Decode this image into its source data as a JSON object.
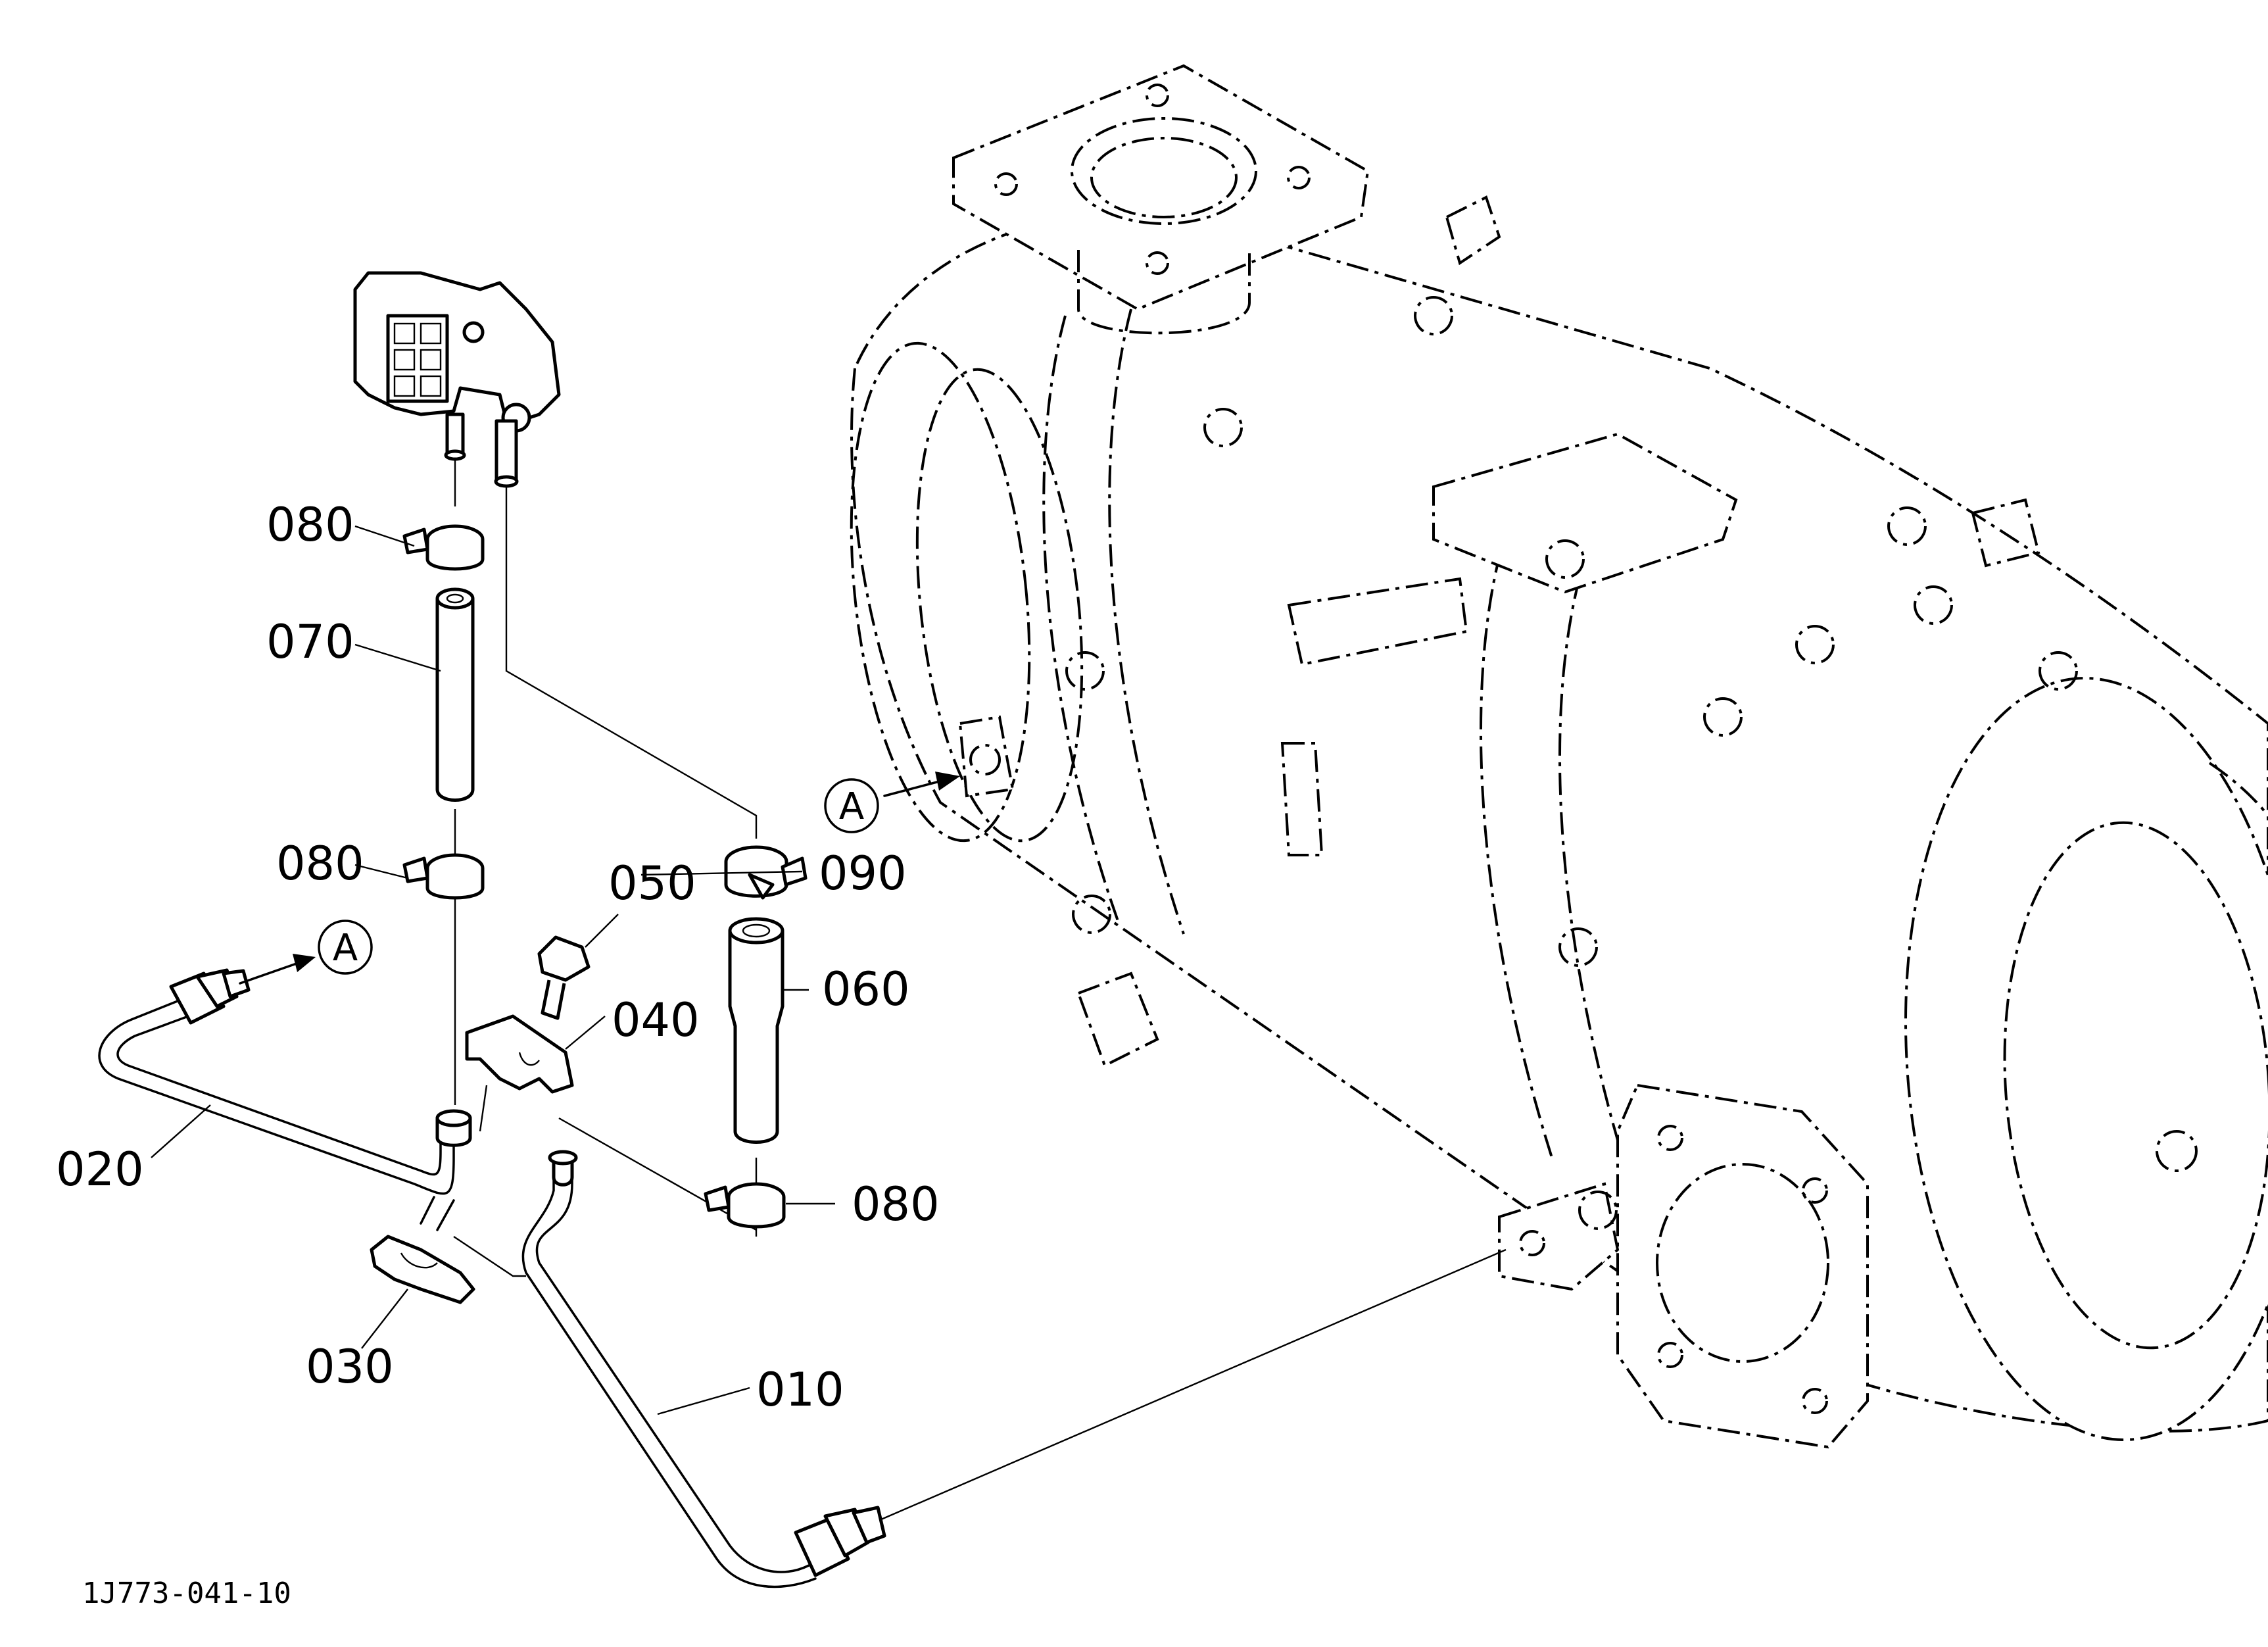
{
  "drawing_code": "1J773-041-10",
  "view_reference": "A",
  "parts": [
    {
      "id": "p010",
      "label": "010"
    },
    {
      "id": "p020",
      "label": "020"
    },
    {
      "id": "p030",
      "label": "030"
    },
    {
      "id": "p040",
      "label": "040"
    },
    {
      "id": "p050",
      "label": "050"
    },
    {
      "id": "p060",
      "label": "060"
    },
    {
      "id": "p070",
      "label": "070"
    },
    {
      "id": "p080a",
      "label": "080"
    },
    {
      "id": "p080b",
      "label": "080"
    },
    {
      "id": "p080c",
      "label": "080"
    },
    {
      "id": "p090",
      "label": "090"
    }
  ]
}
